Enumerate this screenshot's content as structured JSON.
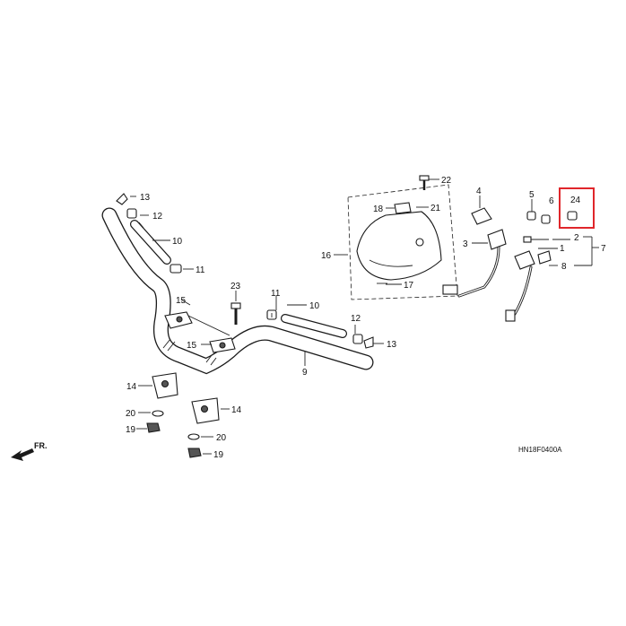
{
  "diagram": {
    "code": "HN18F0400A",
    "front_label": "FR.",
    "highlight_color": "#e0262b",
    "parts": {
      "p1": "1",
      "p2": "2",
      "p3": "3",
      "p4": "4",
      "p5": "5",
      "p6": "6",
      "p7": "7",
      "p8": "8",
      "p9": "9",
      "p10a": "10",
      "p10b": "10",
      "p11a": "11",
      "p11b": "11",
      "p12a": "12",
      "p12b": "12",
      "p13a": "13",
      "p13b": "13",
      "p14a": "14",
      "p14b": "14",
      "p15a": "15",
      "p15b": "15",
      "p16": "16",
      "p17": "17",
      "p18": "18",
      "p19a": "19",
      "p19b": "19",
      "p20a": "20",
      "p20b": "20",
      "p21": "21",
      "p22": "22",
      "p23": "23",
      "p24": "24"
    }
  }
}
